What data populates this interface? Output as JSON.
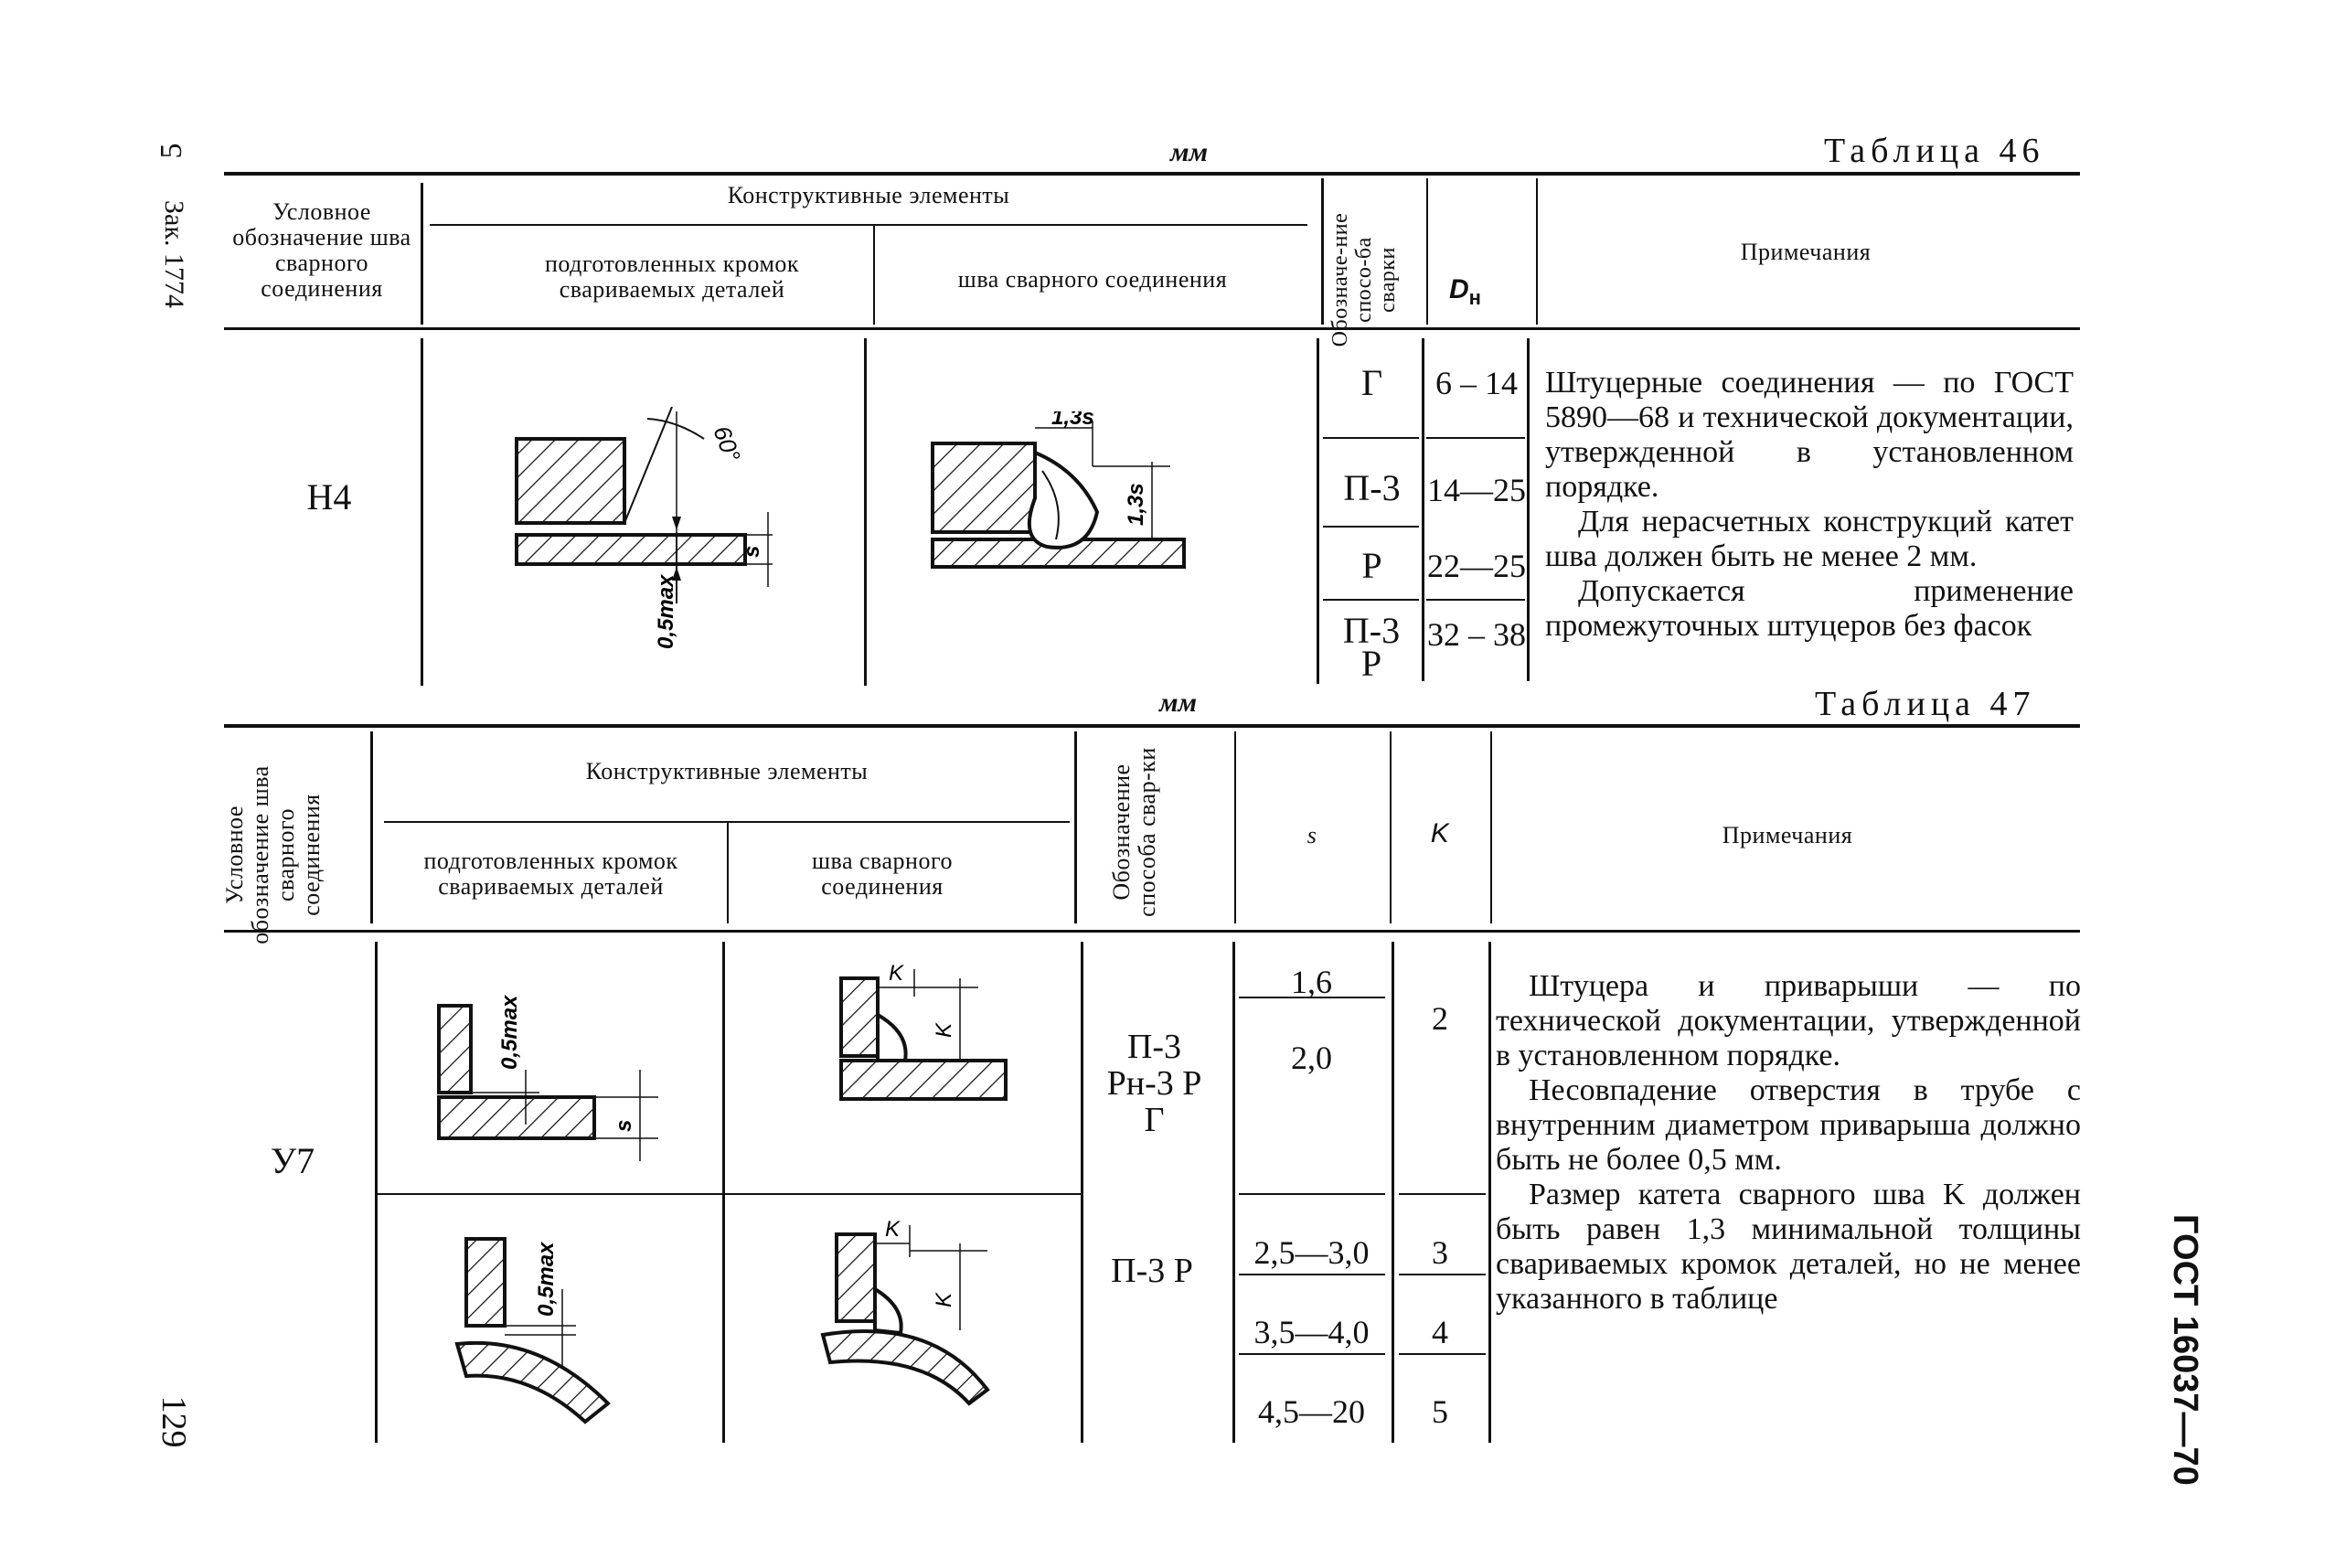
{
  "margin": {
    "left_top": "5",
    "left_order": "Зак. 1774",
    "page_number": "129",
    "right_standard": "ГОСТ 16037—70"
  },
  "table46": {
    "unit": "мм",
    "caption": "Таблица 46",
    "headers": {
      "designation": "Условное обозначение шва сварного соединения",
      "elements": "Конструктивные элементы",
      "prepared": "подготовленных кромок свариваемых деталей",
      "weld": "шва сварного соединения",
      "method": "Обозначе-ние спосо-ба сварки",
      "dn": "D",
      "dn_sub": "н",
      "notes": "Примечания"
    },
    "row": {
      "designation": "Н4",
      "methods": [
        "Г",
        "П-3",
        "Р",
        "П-3 Р"
      ],
      "dn": [
        "6 – 14",
        "14—25",
        "22—25",
        "32 – 38"
      ],
      "fig_labels": {
        "angle": "60°",
        "gap": "0,5max",
        "s": "s",
        "leg1": "1,3s",
        "leg2": "1,3s"
      },
      "notes": [
        "Штуцерные соединения — по ГОСТ 5890—68 и технической документации, утвержденной в установленном порядке.",
        "Для нерасчетных конструкций катет шва должен быть не менее 2 мм.",
        "Допускается применение промежуточных штуцеров без фасок"
      ]
    }
  },
  "table47": {
    "unit": "мм",
    "caption": "Таблица 47",
    "headers": {
      "designation": "Условное обозначение шва сварного соединения",
      "elements": "Конструктивные элементы",
      "prepared": "подготовленных кромок свариваемых деталей",
      "weld": "шва сварного соединения",
      "method": "Обозначение способа свар-ки",
      "s": "s",
      "k": "K",
      "notes": "Примечания"
    },
    "row": {
      "designation": "У7",
      "methods_top": "П-3 Рн-3 Р Г",
      "methods_bottom": "П-3 Р",
      "s_values": [
        "1,6",
        "2,0",
        "2,5—3,0",
        "3,5—4,0",
        "4,5—20"
      ],
      "k_values": [
        "2",
        "3",
        "4",
        "5"
      ],
      "fig_labels": {
        "gap": "0,5max",
        "s": "s",
        "k": "K"
      },
      "notes": [
        "Штуцера и приварыши — по технической документации, утвержденной в установленном порядке.",
        "Несовпадение отверстия в трубе с внутренним диаметром приварыша должно быть не более 0,5 мм.",
        "Размер катета сварного шва K должен быть равен 1,3 минимальной толщины свариваемых кромок деталей, но не менее указанного в таблице"
      ]
    }
  }
}
